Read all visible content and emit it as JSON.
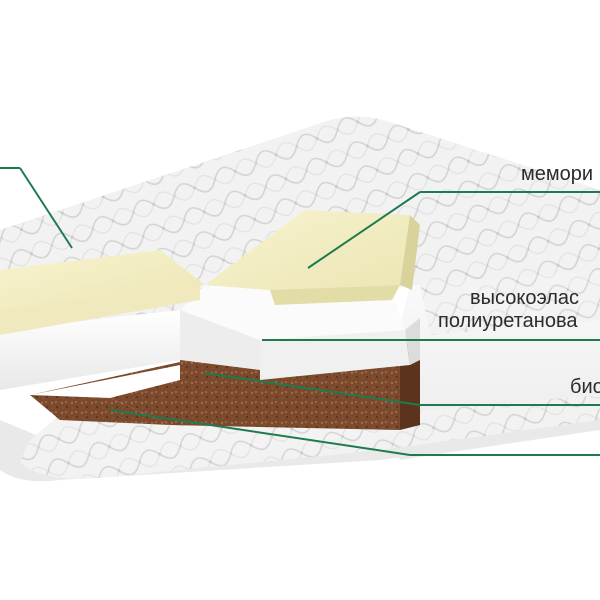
{
  "labels": {
    "memory": "мемори",
    "high_resilience_line1": "высокоэлас",
    "high_resilience_line2": "полиуретанова",
    "bio": "био"
  },
  "colors": {
    "leader_line": "#1f7a4f",
    "memory_foam": "#f3efc4",
    "coconut_coir": "#7a4a2e",
    "quilted_cover": "#f4f4f4"
  }
}
